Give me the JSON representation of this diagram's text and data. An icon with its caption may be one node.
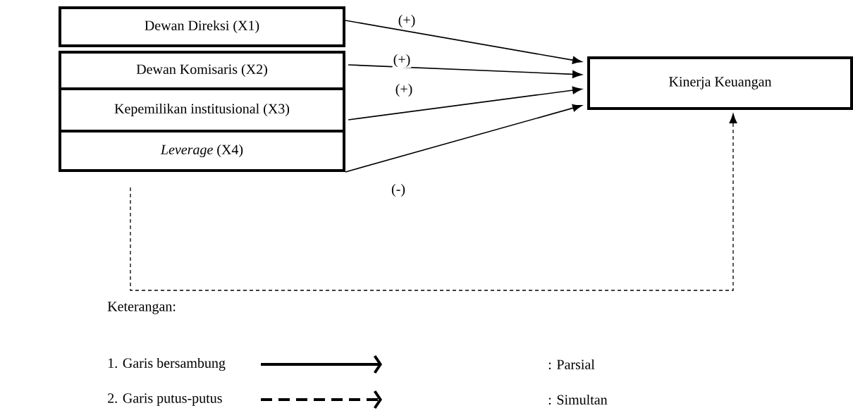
{
  "diagram": {
    "nodes": [
      {
        "text": [
          "Dewan Direksi (X1)"
        ]
      },
      {
        "text": [
          "Dewan Komisaris  (X2)"
        ]
      },
      {
        "text": [
          "Kepemilikan institusional (X3)"
        ]
      },
      {
        "text": [
          "*Leverage* (X4)"
        ]
      },
      {
        "text": [
          "Kinerja Keuangan"
        ]
      }
    ],
    "edges": [
      {
        "from": 0,
        "to": 4,
        "arrow": "to",
        "label": "(+)"
      },
      {
        "from": 1,
        "to": 4,
        "arrow": "to",
        "label": "(+)"
      },
      {
        "from": 2,
        "to": 4,
        "arrow": "to",
        "label": "(+)"
      },
      {
        "from": 3,
        "to": 4,
        "arrow": "to",
        "label": "(-)"
      },
      {
        "from": 3,
        "to": 4,
        "arrow": "to",
        "style": "dashed"
      }
    ],
    "labels": [
      "Keterangan:",
      ": Parsial",
      ": Simultan"
    ],
    "legend": [
      {
        "text": "1. Garis bersambung"
      },
      {
        "text": "2. Garis putus-putus"
      }
    ]
  }
}
